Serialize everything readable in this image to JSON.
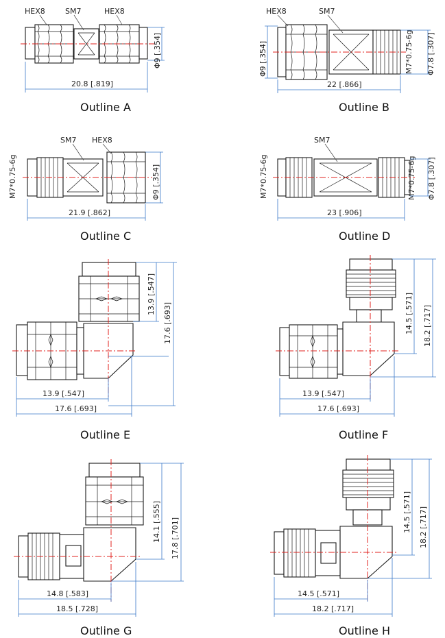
{
  "outlines": {
    "a": {
      "caption": "Outline A",
      "hex_left": "HEX8",
      "sm": "SM7",
      "hex_right": "HEX8",
      "dia": "Φ9 [.354]",
      "length": "20.8 [.819]"
    },
    "b": {
      "caption": "Outline B",
      "hex": "HEX8",
      "sm": "SM7",
      "dia_left": "Φ9 [.354]",
      "thread": "M7*0.75-6g",
      "dia_right": "Φ7.8 [.307]",
      "length": "22 [.866]"
    },
    "c": {
      "caption": "Outline C",
      "sm": "SM7",
      "hex": "HEX8",
      "thread": "M7*0.75-6g",
      "dia": "Φ9 [.354]",
      "length": "21.9 [.862]"
    },
    "d": {
      "caption": "Outline D",
      "sm": "SM7",
      "thread_left": "M7*0.75-6g",
      "thread_right": "M7*0.75-6g",
      "dia": "Φ7.8 [.307]",
      "length": "23 [.906]"
    },
    "e": {
      "caption": "Outline E",
      "vert_inner": "13.9 [.547]",
      "vert_outer": "17.6 [.693]",
      "horiz_inner": "13.9 [.547]",
      "horiz_outer": "17.6 [.693]"
    },
    "f": {
      "caption": "Outline F",
      "vert_inner": "14.5 [.571]",
      "vert_outer": "18.2 [.717]",
      "horiz_inner": "13.9 [.547]",
      "horiz_outer": "17.6 [.693]"
    },
    "g": {
      "caption": "Outline G",
      "vert_inner": "14.1 [.555]",
      "vert_outer": "17.8 [.701]",
      "horiz_inner": "14.8 [.583]",
      "horiz_outer": "18.5 [.728]"
    },
    "h": {
      "caption": "Outline H",
      "vert_inner": "14.5 [.571]",
      "vert_outer": "18.2 [.717]",
      "horiz_inner": "14.5 [.571]",
      "horiz_outer": "18.2 [.717]"
    }
  },
  "colors": {
    "centerline": "#e0201c",
    "dimension": "#3a78c9",
    "outline": "#1a1a1a"
  }
}
